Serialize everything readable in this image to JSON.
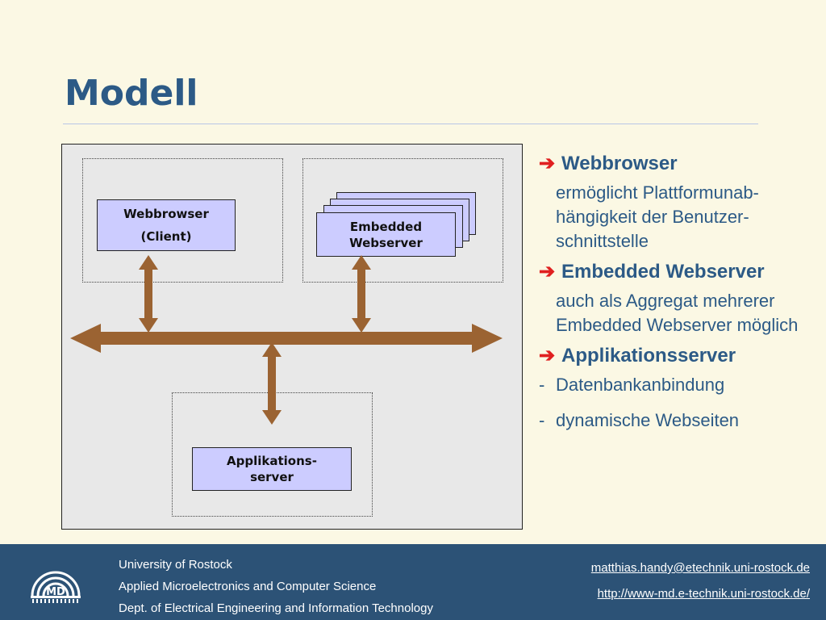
{
  "title": "Modell",
  "diagram": {
    "webbrowser": {
      "line1": "Webbrowser",
      "line2": "(Client)"
    },
    "embedded": {
      "line1": "Embedded",
      "line2": "Webserver"
    },
    "appserver": {
      "line1": "Applikations-",
      "line2": "server"
    }
  },
  "bullets": {
    "webbrowser": {
      "arrow": "➔",
      "heading": "Webbrowser",
      "text": "ermöglicht Plattformunab-hängigkeit der Benutzer-schnittstelle"
    },
    "embedded": {
      "arrow": "➔",
      "heading": "Embedded Webserver",
      "text": "auch als Aggregat mehrerer Embedded Webserver möglich"
    },
    "appserver": {
      "arrow": "➔",
      "heading": "Applikationsserver",
      "items": [
        {
          "dash": "-",
          "text": "Datenbankanbindung"
        },
        {
          "dash": "-",
          "text": "dynamische Webseiten"
        }
      ]
    }
  },
  "footer": {
    "logo_text": "MD",
    "lines": [
      "University of Rostock",
      "Applied Microelectronics and Computer Science",
      "Dept. of Electrical Engineering and Information Technology"
    ],
    "email": "matthias.handy@etechnik.uni-rostock.de",
    "url": "http://www-md.e-technik.uni-rostock.de/"
  },
  "colors": {
    "background": "#fbf8e4",
    "title": "#2c5a86",
    "arrow_bullet": "#e02020",
    "connector": "#9b6332",
    "node_fill": "#ccccff",
    "footer": "#2c5276"
  }
}
